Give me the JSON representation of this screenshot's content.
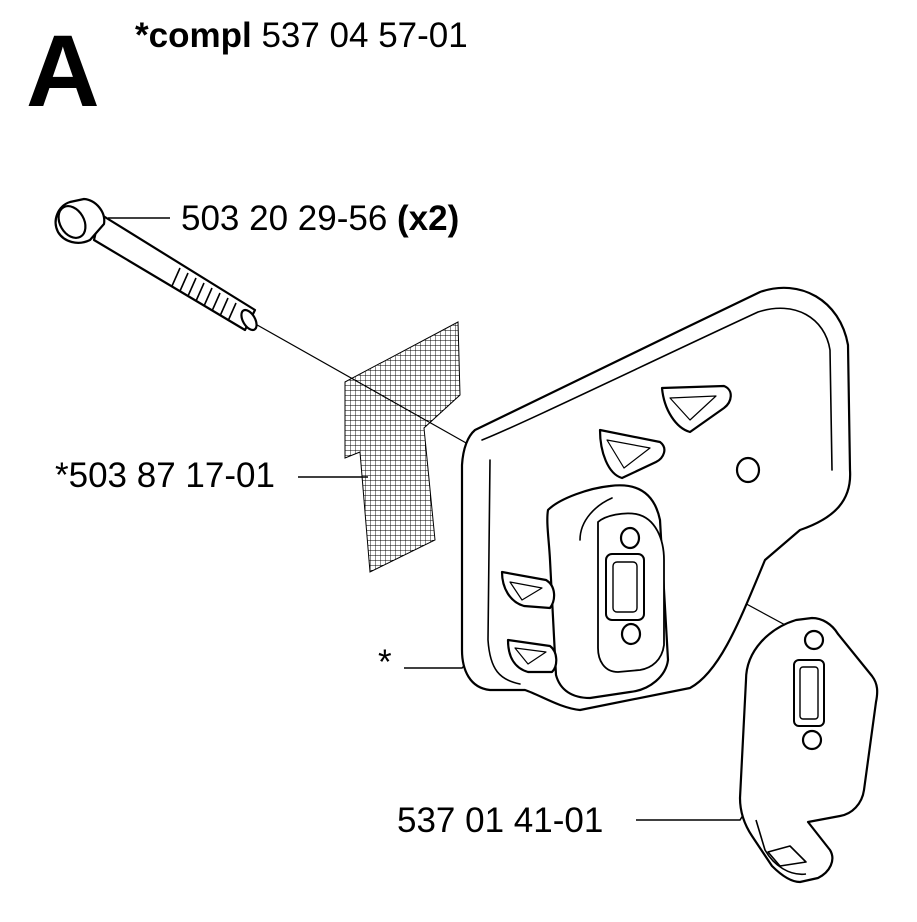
{
  "section": {
    "letter": "A",
    "compl_prefix": "*compl",
    "compl_number": "537 04 57-01"
  },
  "parts": {
    "bolt": {
      "number": "503 20 29-56",
      "qty": "(x2)"
    },
    "screen": {
      "number": "*503 87 17-01"
    },
    "muffler": {
      "number": "*"
    },
    "plate": {
      "number": "537 01 41-01"
    }
  },
  "colors": {
    "line": "#000000",
    "background": "#ffffff"
  }
}
